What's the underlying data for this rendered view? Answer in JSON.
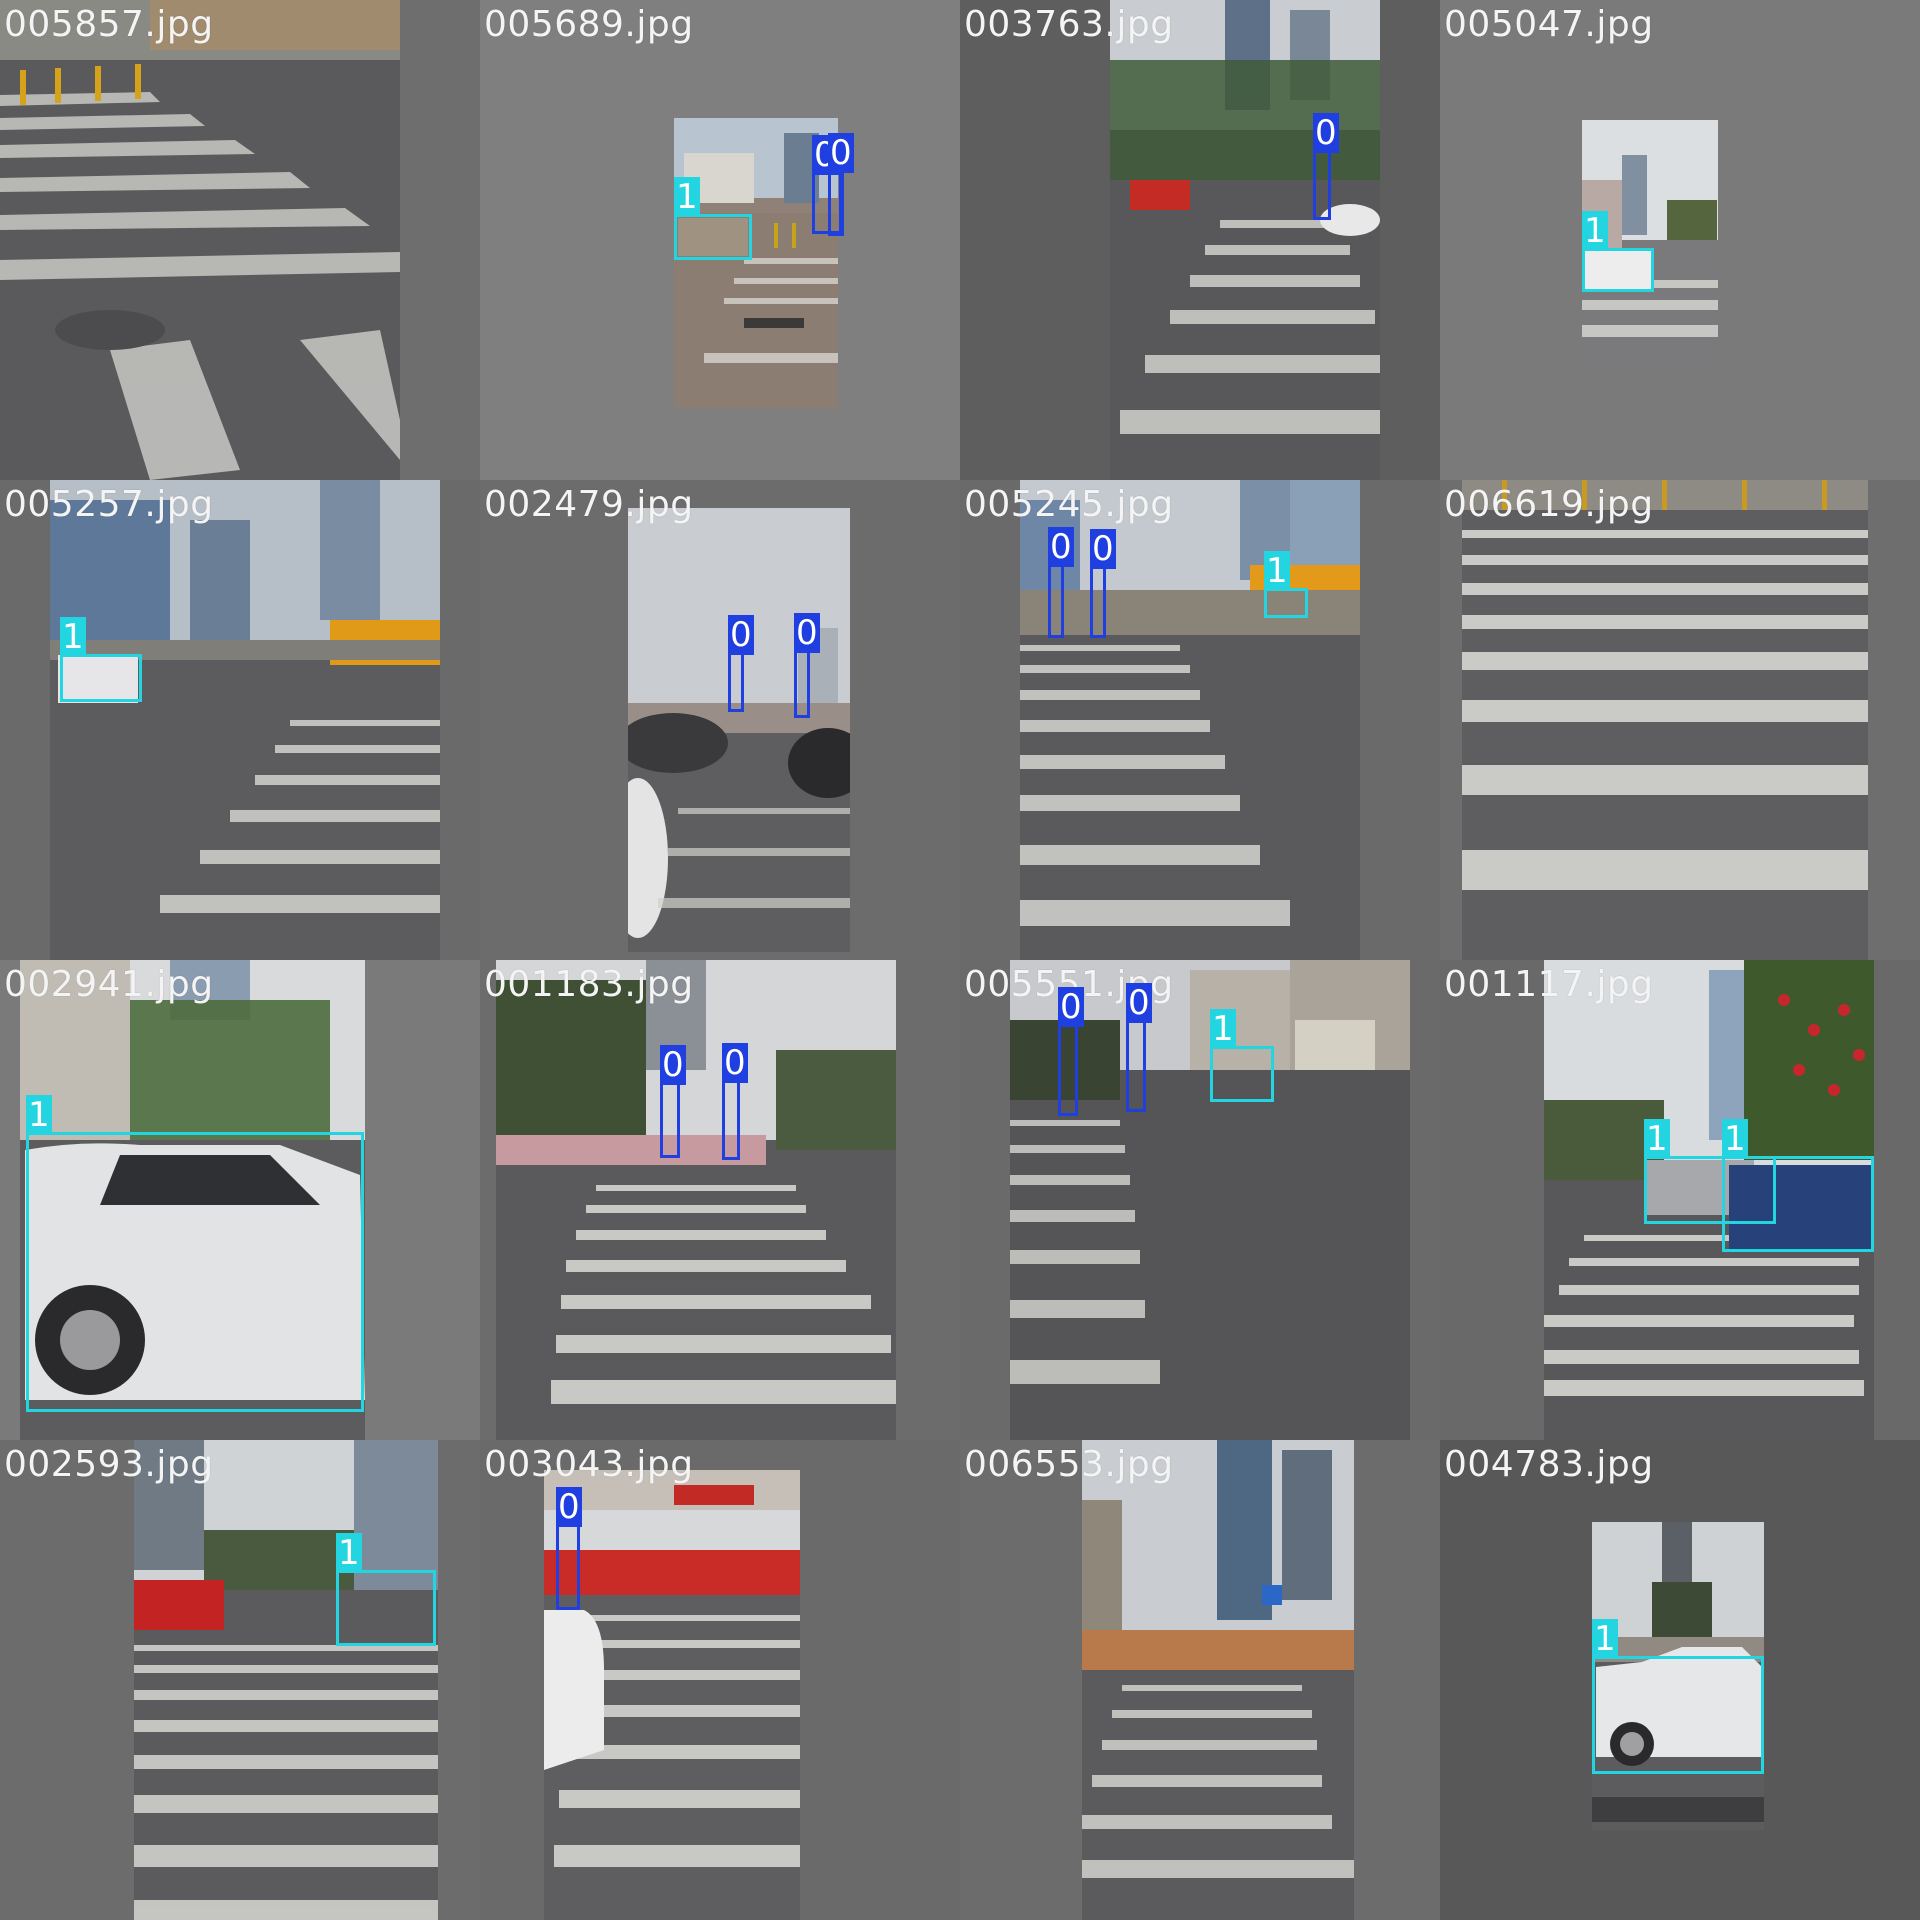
{
  "classes": {
    "0": {
      "color": "#1f3fe0",
      "label": "0"
    },
    "1": {
      "color": "#22d5e0",
      "label": "1"
    }
  },
  "tiles": [
    {
      "filename": "005857.jpg",
      "scene": "crosswalk-near",
      "detections": []
    },
    {
      "filename": "005689.jpg",
      "scene": "street-with-poles",
      "detections": [
        {
          "cls": "1"
        },
        {
          "cls": "0"
        },
        {
          "cls": "0"
        }
      ]
    },
    {
      "filename": "003763.jpg",
      "scene": "crosswalk-towers",
      "detections": [
        {
          "cls": "0"
        }
      ]
    },
    {
      "filename": "005047.jpg",
      "scene": "small-street",
      "detections": [
        {
          "cls": "1"
        }
      ]
    },
    {
      "filename": "005257.jpg",
      "scene": "intersection-bus",
      "detections": [
        {
          "cls": "1"
        }
      ]
    },
    {
      "filename": "002479.jpg",
      "scene": "foggy-traffic",
      "detections": [
        {
          "cls": "0"
        },
        {
          "cls": "0"
        }
      ]
    },
    {
      "filename": "005245.jpg",
      "scene": "intersection-rider",
      "detections": [
        {
          "cls": "0"
        },
        {
          "cls": "0"
        },
        {
          "cls": "1"
        }
      ]
    },
    {
      "filename": "006619.jpg",
      "scene": "crosswalk-wide",
      "detections": []
    },
    {
      "filename": "002941.jpg",
      "scene": "white-sedan-close",
      "detections": [
        {
          "cls": "1"
        }
      ]
    },
    {
      "filename": "001183.jpg",
      "scene": "crosswalk-trees",
      "detections": [
        {
          "cls": "0"
        },
        {
          "cls": "0"
        }
      ]
    },
    {
      "filename": "005551.jpg",
      "scene": "crosswalk-bus",
      "detections": [
        {
          "cls": "0"
        },
        {
          "cls": "0"
        },
        {
          "cls": "1"
        }
      ]
    },
    {
      "filename": "001117.jpg",
      "scene": "two-cars-flowers",
      "detections": [
        {
          "cls": "1"
        },
        {
          "cls": "1"
        }
      ]
    },
    {
      "filename": "002593.jpg",
      "scene": "crosswalk-barriers",
      "detections": [
        {
          "cls": "1"
        }
      ]
    },
    {
      "filename": "003043.jpg",
      "scene": "barrier-white-car",
      "detections": [
        {
          "cls": "0"
        }
      ]
    },
    {
      "filename": "006553.jpg",
      "scene": "crosswalk-tower-sign",
      "detections": []
    },
    {
      "filename": "004783.jpg",
      "scene": "parked-sedan",
      "detections": [
        {
          "cls": "1"
        }
      ]
    }
  ]
}
